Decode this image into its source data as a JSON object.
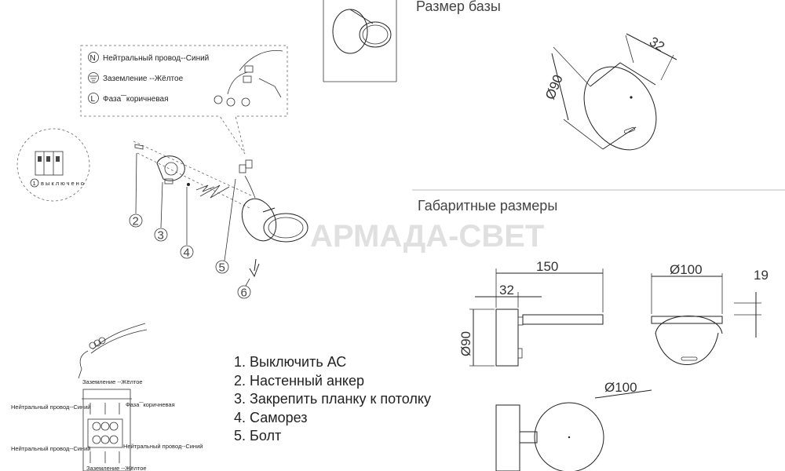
{
  "headings": {
    "base_size": "Размер базы",
    "overall_size": "Габаритные размеры"
  },
  "legend": {
    "neutral_symbol": "N",
    "neutral": "Нейтральный провод--Синий",
    "ground": "Заземление --Жёлтое",
    "phase_symbol": "L",
    "phase": "Фаза‾‾коричневая"
  },
  "breaker": {
    "label": "выключено",
    "symbol": "1"
  },
  "callouts": [
    "2",
    "3",
    "4",
    "5",
    "6"
  ],
  "steps": [
    "1. Выключить АС",
    "2. Настенный анкер",
    "3. Закрепить планку к потолку",
    "4. Саморез",
    "5. Болт"
  ],
  "wiring": {
    "ground_top": "Заземление --Жёлтое",
    "neutral_left": "Нейтральный провод--Синий",
    "phase_right": "Фаза‾‾коричневая",
    "neutral_left_2": "Нейтральный провод--Синий",
    "neutral_right_2": "Нейтральный провод--Синий",
    "ground_bottom": "Заземление --Жёлтое"
  },
  "dimensions": {
    "base_diameter": "Ø90",
    "base_depth": "32",
    "length": "150",
    "depth": "32",
    "height": "Ø90",
    "shade_diameter_top": "Ø100",
    "shade_thickness": "19",
    "shade_diameter_front": "Ø100"
  },
  "watermark": "АРМАДА-СВЕТ"
}
